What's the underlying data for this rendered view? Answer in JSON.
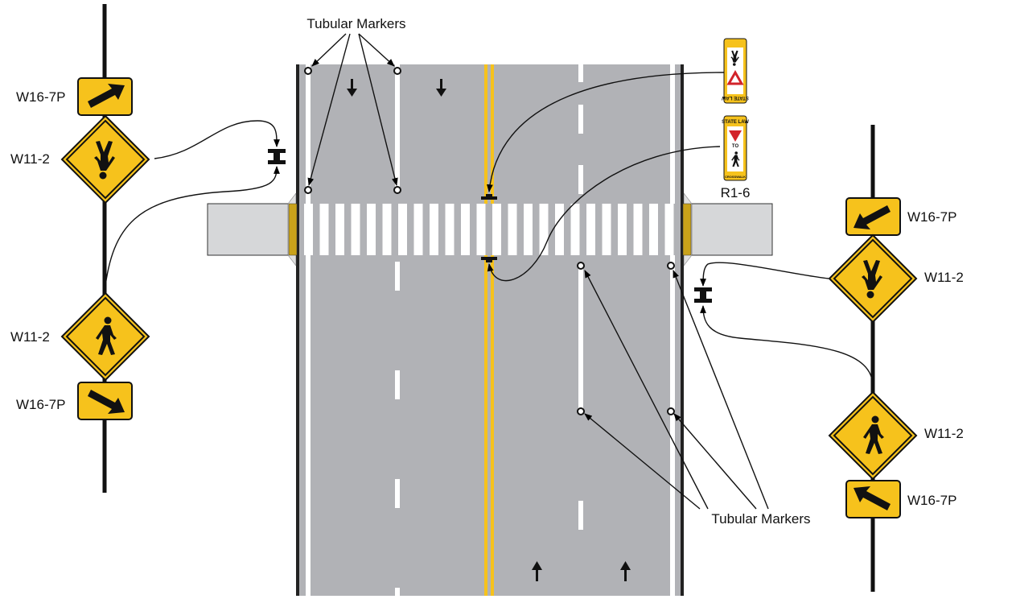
{
  "callouts": {
    "tubular_markers_top": "Tubular Markers",
    "tubular_markers_bottom": "Tubular Markers"
  },
  "signs": {
    "left_upper_plaque": "W16-7P",
    "left_upper_diamond": "W11-2",
    "left_lower_diamond": "W11-2",
    "left_lower_plaque": "W16-7P",
    "r16": "R1-6",
    "right_upper_plaque": "W16-7P",
    "right_upper_diamond": "W11-2",
    "right_lower_diamond": "W11-2",
    "right_lower_plaque": "W16-7P"
  },
  "r16_sign": {
    "top_text": "STATE LAW",
    "middle_text": "TO",
    "bottom_text": "CROSSWALK"
  },
  "colors": {
    "road": "#b1b2b6",
    "sidewalk": "#d6d7d9",
    "sign_yellow": "#f6c21c",
    "center_line": "#f6c21c"
  }
}
